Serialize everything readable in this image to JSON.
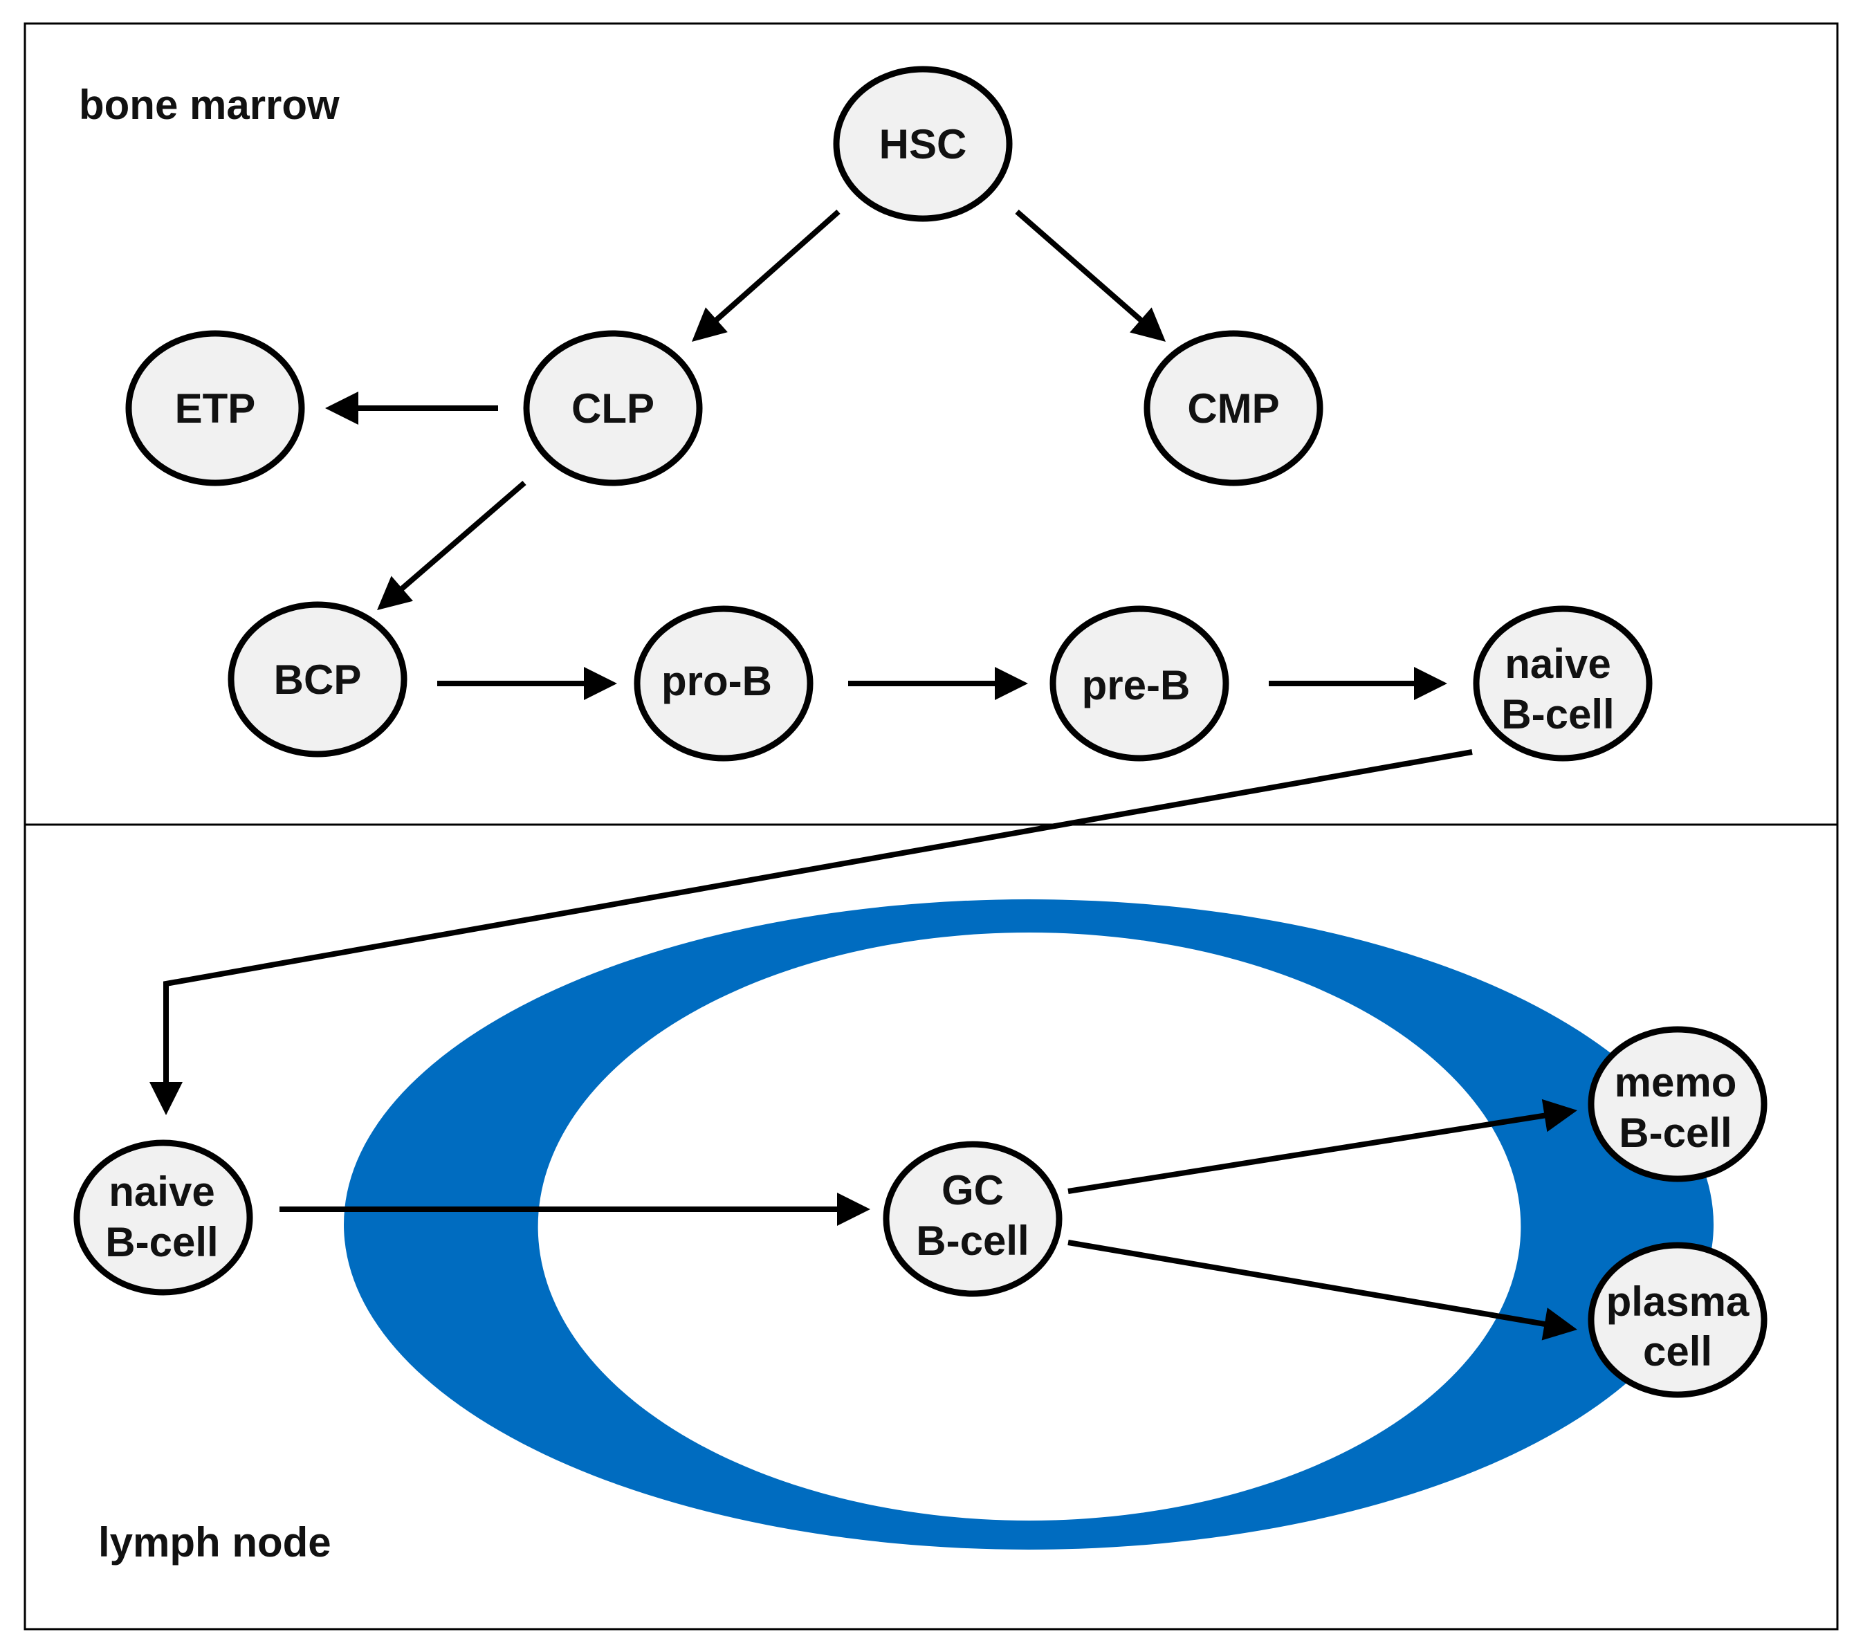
{
  "regions": {
    "bone_marrow": "bone marrow",
    "lymph_node": "lymph node"
  },
  "nodes": {
    "hsc": [
      "HSC"
    ],
    "clp": [
      "CLP"
    ],
    "cmp": [
      "CMP"
    ],
    "etp": [
      "ETP"
    ],
    "bcp": [
      "BCP"
    ],
    "pro_b": [
      "pro-B"
    ],
    "pre_b": [
      "pre-B"
    ],
    "naive_bm": [
      "naive",
      "B-cell"
    ],
    "naive_ln": [
      "naive",
      "B-cell"
    ],
    "gc": [
      "GC",
      "B-cell"
    ],
    "memo": [
      "memo",
      "B-cell"
    ],
    "plasma": [
      "plasma",
      "cell"
    ]
  },
  "colors": {
    "germinal_ring": "#006cc0",
    "node_fill": "#f1f1f1",
    "stroke": "#000000"
  }
}
